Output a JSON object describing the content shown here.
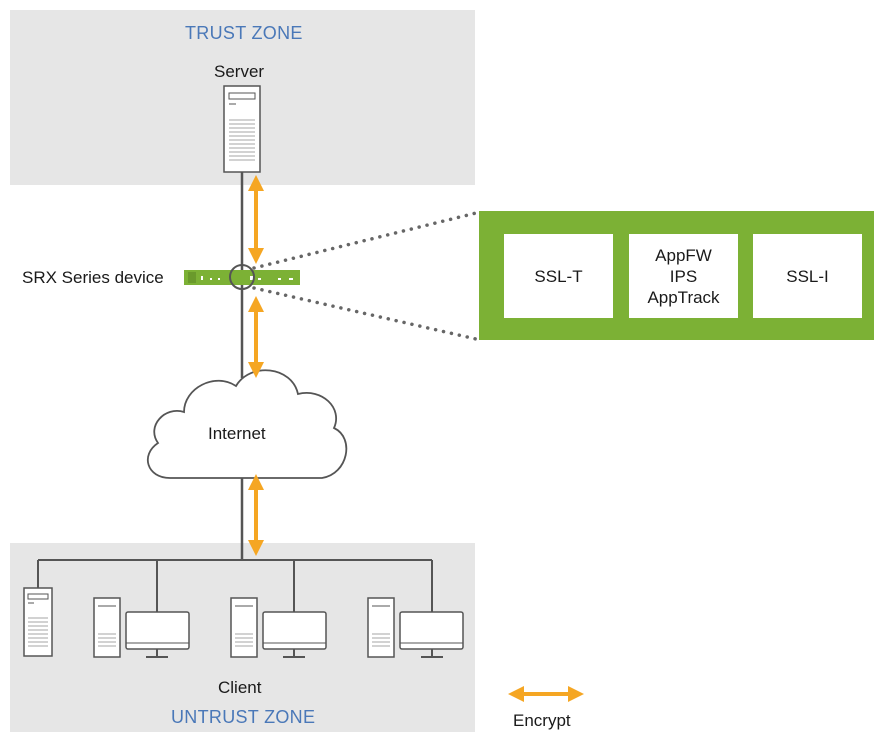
{
  "trust_zone": {
    "title": "TRUST ZONE",
    "server_label": "Server"
  },
  "srx": {
    "label": "SRX Series device"
  },
  "features": [
    {
      "lines": [
        "SSL-T"
      ]
    },
    {
      "lines": [
        "AppFW",
        "IPS",
        "AppTrack"
      ]
    },
    {
      "lines": [
        "SSL-I"
      ]
    }
  ],
  "internet": {
    "label": "Internet"
  },
  "untrust_zone": {
    "title": "UNTRUST ZONE",
    "client_label": "Client"
  },
  "legend": {
    "encrypt_label": "Encrypt"
  },
  "colors": {
    "zone_bg": "#e6e6e6",
    "zone_title": "#4a78b8",
    "green": "#7cb135",
    "arrow": "#f5a623",
    "line": "#555555"
  }
}
